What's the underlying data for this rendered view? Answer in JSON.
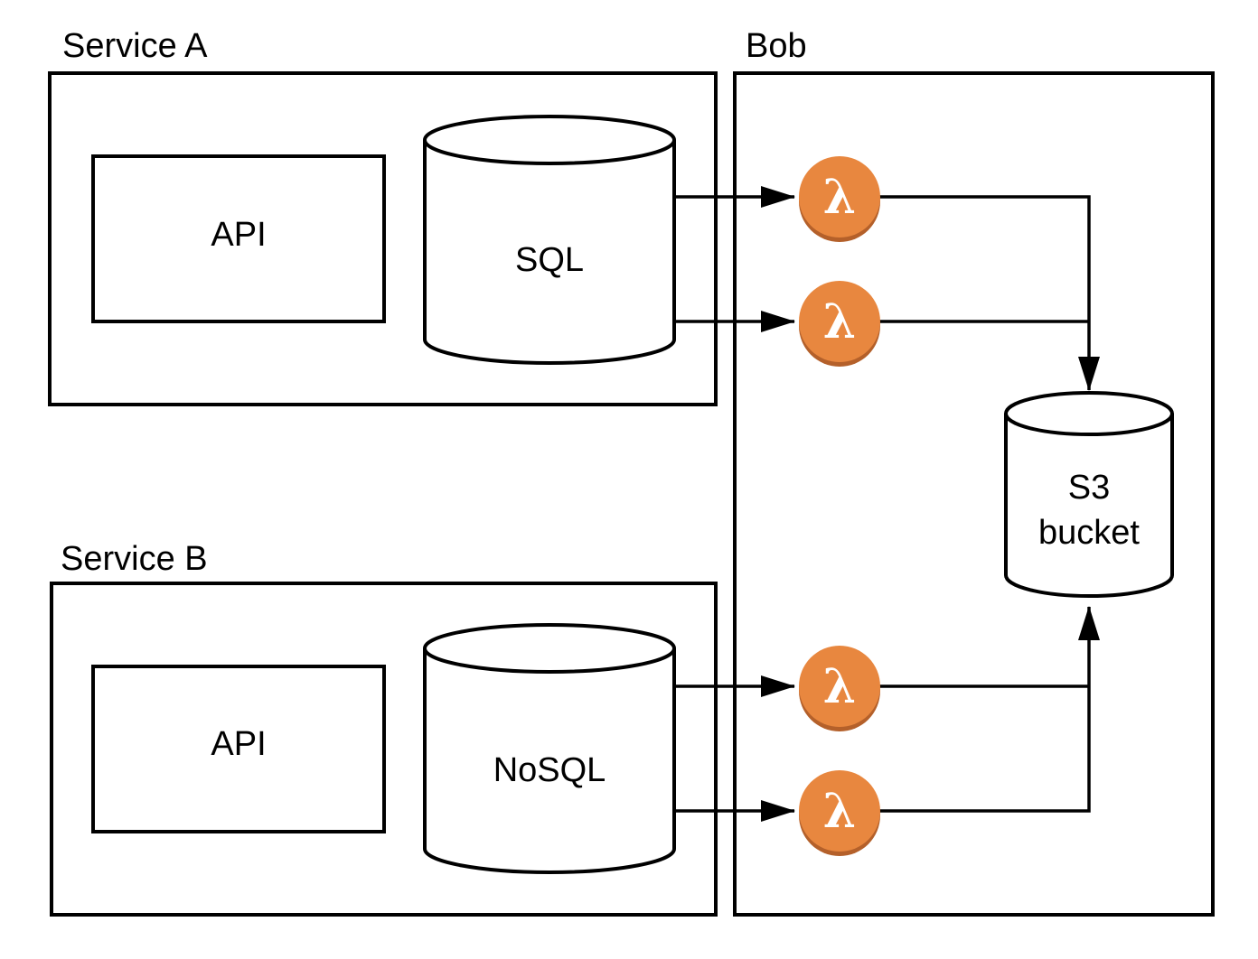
{
  "groups": {
    "service_a": {
      "title": "Service A",
      "api_label": "API",
      "db_label": "SQL"
    },
    "service_b": {
      "title": "Service B",
      "api_label": "API",
      "db_label": "NoSQL"
    },
    "bob": {
      "title": "Bob",
      "storage_line1": "S3",
      "storage_line2": "bucket"
    }
  },
  "lambda": {
    "glyph": "λ",
    "icon": "aws-lambda-icon",
    "color": "#E8873F",
    "shadow": "#B4602A"
  }
}
